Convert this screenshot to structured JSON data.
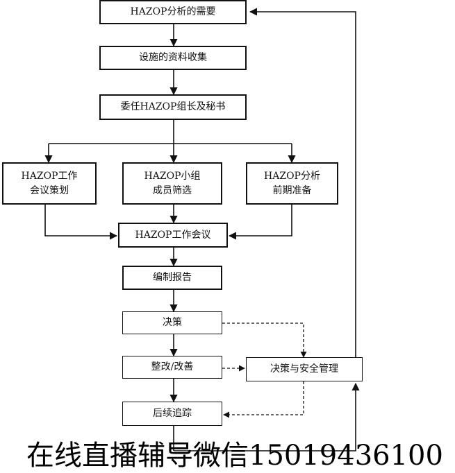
{
  "nodes": {
    "need": "HAZOP分析的需要",
    "collect": "设施的资料收集",
    "appoint": "委任HAZOP组长及秘书",
    "plan_line1": "HAZOP工作",
    "plan_line2": "会议策划",
    "team_line1": "HAZOP小组",
    "team_line2": "成员筛选",
    "prep_line1": "HAZOP分析",
    "prep_line2": "前期准备",
    "meeting": "HAZOP工作会议",
    "report": "编制报告",
    "decision": "决策",
    "rectify": "整改/改善",
    "safety_mgmt": "决策与安全管理",
    "followup": "后续追踪"
  },
  "watermark": "在线直播辅导微信15019436100"
}
